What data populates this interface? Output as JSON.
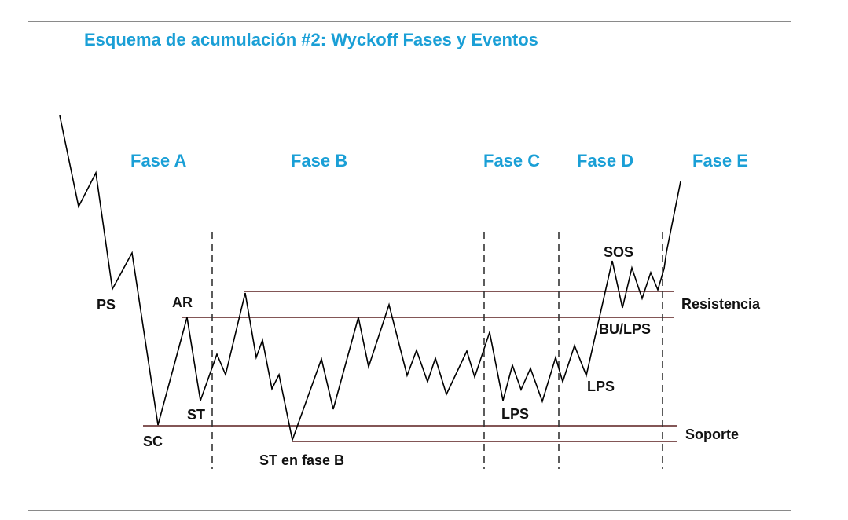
{
  "title": "Esquema de acumulación #2: Wyckoff Fases y Eventos",
  "phases": {
    "a": "Fase A",
    "b": "Fase B",
    "c": "Fase C",
    "d": "Fase D",
    "e": "Fase E"
  },
  "events": {
    "ps": "PS",
    "ar": "AR",
    "sc": "SC",
    "st": "ST",
    "st_b": "ST en fase B",
    "lps_c": "LPS",
    "lps_d": "LPS",
    "sos": "SOS",
    "bu_lps": "BU/LPS"
  },
  "levels": {
    "resistance": "Resistencia",
    "support": "Soporte"
  },
  "colors": {
    "title": "#1a9fd6",
    "phase": "#1a9fd6",
    "level_line": "#5a1f1f"
  }
}
